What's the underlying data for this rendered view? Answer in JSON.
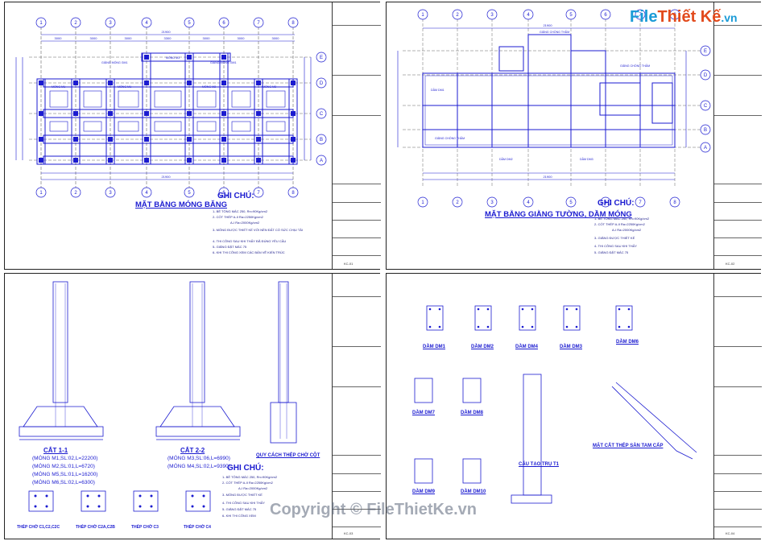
{
  "logo": {
    "part1": "File",
    "part2": "Thiết Kế",
    "part3": ".vn"
  },
  "watermark": "Copyright © FileThietKe.vn",
  "sheet1": {
    "title": "MẶT BẰNG MÓNG BĂNG",
    "notes_heading": "GHI CHÚ:",
    "overall_dim": "21900",
    "axis_numbers": [
      "1",
      "2",
      "3",
      "4",
      "5",
      "6",
      "7",
      "8"
    ],
    "axis_letters": [
      "E",
      "D",
      "C",
      "B",
      "A"
    ],
    "spans": [
      "3000",
      "3000",
      "3000",
      "3300",
      "3000",
      "3000",
      "3000"
    ],
    "labels": [
      "GIẰNG MÓNG GM1",
      "GIẰNG MÓNG GM1",
      "MÓNG M3",
      "MÓNG M1",
      "MÓNG M1",
      "MÓNG M2",
      "MÓNG M2"
    ],
    "notes": [
      "1- BÊ TÔNG MÁC 250, Rn=90Kg/cm2",
      "2- CỐT THÉP A-II Ra=2250Kg/cm2",
      "A-I Ra=2000Kg/cm2",
      "3- MÓNG ĐƯỢC THIẾT KẾ VỚI NỀN ĐẤT CÓ SỨC CHỊU TẢI",
      "4- THI CÔNG SAU KHI THẤY ĐÃ ĐÚNG YÊU CẦU",
      "5- GIẰNG ĐẶT MÁC 75",
      "6- KHI THI CÔNG XEM CÁC BẢN VẼ KIẾN TRÚC"
    ],
    "sheet_no": "KC-01"
  },
  "sheet2": {
    "title": "MẶT BẰNG GIẰNG TƯỜNG, DẦM MÓNG",
    "notes_heading": "GHI CHÚ:",
    "overall_dim": "21900",
    "axis_numbers": [
      "1",
      "2",
      "3",
      "4",
      "5",
      "6",
      "7",
      "8"
    ],
    "axis_letters": [
      "E",
      "D",
      "C",
      "B",
      "A"
    ],
    "labels": [
      "GIẰNG CHỐNG THẤM",
      "GIẰNG CHỐNG THẤM",
      "DẦM DM1",
      "DẦM DM2",
      "DẦM DM3",
      "GIẰNG CHỐNG THẤM"
    ],
    "notes": [
      "1- BÊ TÔNG MÁC 250, Rn=90Kg/cm2",
      "2- CỐT THÉP A-II Ra=2250Kg/cm2",
      "A-I Ra=2000Kg/cm2",
      "3- GIẰNG ĐƯỢC THIẾT KẾ",
      "4- THI CÔNG SAU KHI THẤY",
      "5- GIẰNG ĐẶT MÁC 75"
    ],
    "sheet_no": "KC-02"
  },
  "sheet3": {
    "cut1": "CẮT 1-1",
    "cut2": "CẮT 2-2",
    "cut1_lines": [
      "(MÓNG M1,SL:02,L=22200)",
      "(MÓNG M2,SL:01,L=6720)",
      "(MÓNG M5,SL:01,L=16200)",
      "(MÓNG M6,SL:02,L=6300)"
    ],
    "cut2_lines": [
      "(MÓNG M3,SL:06,L=6990)",
      "(MÓNG M4,SL:02,L=9390)"
    ],
    "col_title": "QUY CÁCH THÉP CHỜ CỘT",
    "notes_heading": "GHI CHÚ:",
    "notes": [
      "1- BÊ TÔNG MÁC 250, Rn=90Kg/cm2",
      "2- CỐT THÉP A-II Ra=2250Kg/cm2",
      "A-I Ra=2000Kg/cm2",
      "3- MÓNG ĐƯỢC THIẾT KẾ",
      "4- THI CÔNG SAU KHI THẤY",
      "5- GIẰNG ĐẶT MÁC 75",
      "6- KHI THI CÔNG XEM"
    ],
    "column_labels": [
      "THÉP CHỜ C1,C2,C2C",
      "THÉP CHỜ C2A,C2B",
      "THÉP CHỜ C3",
      "THÉP CHỜ C4"
    ],
    "sheet_no": "KC-03"
  },
  "sheet4": {
    "beams_row1": [
      "DẦM DM1",
      "DẦM DM2",
      "DẦM DM4",
      "DẦM DM3",
      "DẦM DM6"
    ],
    "beams_row2": [
      "DẦM DM7",
      "DẦM DM8"
    ],
    "beams_row3": [
      "DẦM DM9",
      "DẦM DM10"
    ],
    "cau_tao": "CẤU TẠO TRỤ T1",
    "stair": "MẶT CẮT THÉP SÀN TAM CẤP",
    "sheet_no": "KC-04"
  },
  "colors": {
    "ink": "#1b1bd0",
    "frame": "#222222"
  }
}
